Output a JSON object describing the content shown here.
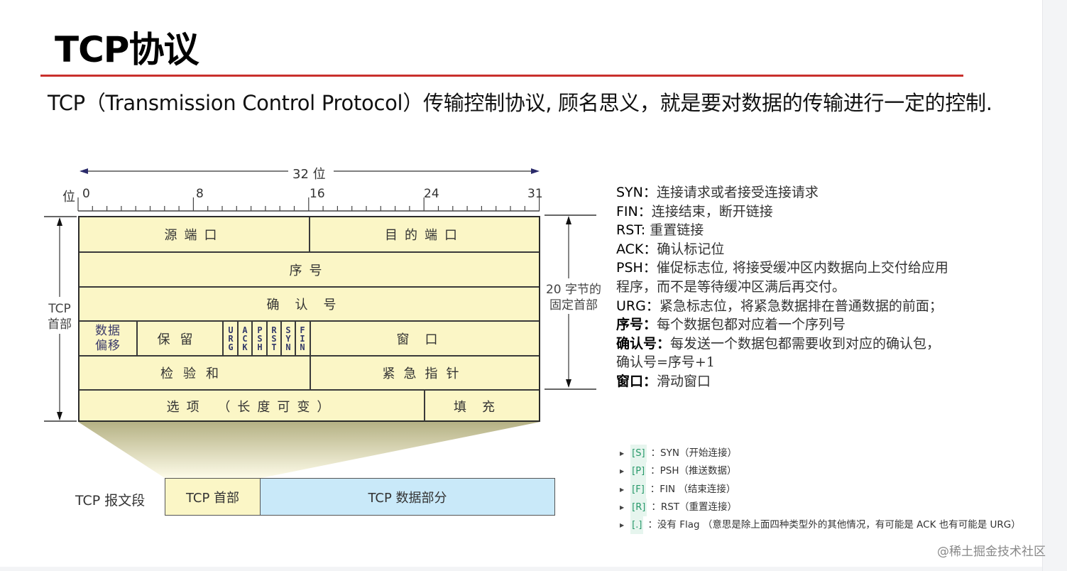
{
  "slide": {
    "title": "TCP协议",
    "intro": "TCP（Transmission Control Protocol）传输控制协议, 顾名思义，就是要对数据的传输进行一定的控制.",
    "accent_rule_color": "#c9302c"
  },
  "diagram": {
    "width_label": "32 位",
    "bit_axis_label": "位",
    "ruler_ticks": [
      "0",
      "8",
      "16",
      "24",
      "31"
    ],
    "fields": {
      "source_port": "源端口",
      "dest_port": "目的端口",
      "seq": "序号",
      "ack_num": "确认号",
      "data_offset_line1": "数据",
      "data_offset_line2": "偏移",
      "reserved": "保留",
      "window": "窗口",
      "checksum": "检验和",
      "urgent_pointer": "紧急指针",
      "options": "选项 （长度可变）",
      "padding": "填充"
    },
    "flags": [
      {
        "name": "URG",
        "letters": [
          "U",
          "R",
          "G"
        ]
      },
      {
        "name": "ACK",
        "letters": [
          "A",
          "C",
          "K"
        ]
      },
      {
        "name": "PSH",
        "letters": [
          "P",
          "S",
          "H"
        ]
      },
      {
        "name": "RST",
        "letters": [
          "R",
          "S",
          "T"
        ]
      },
      {
        "name": "SYN",
        "letters": [
          "S",
          "Y",
          "N"
        ]
      },
      {
        "name": "FIN",
        "letters": [
          "F",
          "I",
          "N"
        ]
      }
    ],
    "left_label_line1": "TCP",
    "left_label_line2": "首部",
    "right_label_line1": "20 字节的",
    "right_label_line2": "固定首部",
    "segment": {
      "label": "TCP 报文段",
      "header": "TCP 首部",
      "data": "TCP 数据部分"
    },
    "colors": {
      "header_fill": "#fbf6c6",
      "data_fill": "#c9e9f9",
      "flag_text": "#333a6a"
    }
  },
  "definitions": [
    {
      "term": "SYN",
      "sep": "：",
      "desc": "连接请求或者接受连接请求",
      "bold": false
    },
    {
      "term": "FIN",
      "sep": "：",
      "desc": "连接结束，断开链接",
      "bold": false
    },
    {
      "term": "RST",
      "sep": ": ",
      "desc": "重置链接",
      "bold": false
    },
    {
      "term": "ACK",
      "sep": "：",
      "desc": "确认标记位",
      "bold": false
    },
    {
      "term": "PSH",
      "sep": "：",
      "desc": "催促标志位, 将接受缓冲区内数据向上交付给应用",
      "bold": false
    },
    {
      "term": "",
      "sep": "",
      "desc": "程序，而不是等待缓冲区满后再交付。",
      "bold": false
    },
    {
      "term": "URG",
      "sep": "：",
      "desc": "紧急标志位，将紧急数据排在普通数据的前面；",
      "bold": false
    },
    {
      "term": "序号",
      "sep": "：",
      "desc": "每个数据包都对应着一个序列号",
      "bold": true
    },
    {
      "term": "确认号",
      "sep": "：",
      "desc": "每发送一个数据包都需要收到对应的确认包，",
      "bold": true
    },
    {
      "term": "",
      "sep": "",
      "desc": "确认号=序号+1",
      "bold": false
    },
    {
      "term": "窗口",
      "sep": "：",
      "desc": "滑动窗口",
      "bold": true
    }
  ],
  "flag_codes": [
    {
      "code": "[S]",
      "text": "：SYN（开始连接）"
    },
    {
      "code": "[P]",
      "text": "：PSH（推送数据）"
    },
    {
      "code": "[F]",
      "text": "：FIN （结束连接）"
    },
    {
      "code": "[R]",
      "text": "：RST（重置连接）"
    },
    {
      "code": "[.]",
      "text": "：没有 Flag （意思是除上面四种类型外的其他情况，有可能是 ACK 也有可能是 URG）"
    }
  ],
  "watermark": "@稀土掘金技术社区"
}
